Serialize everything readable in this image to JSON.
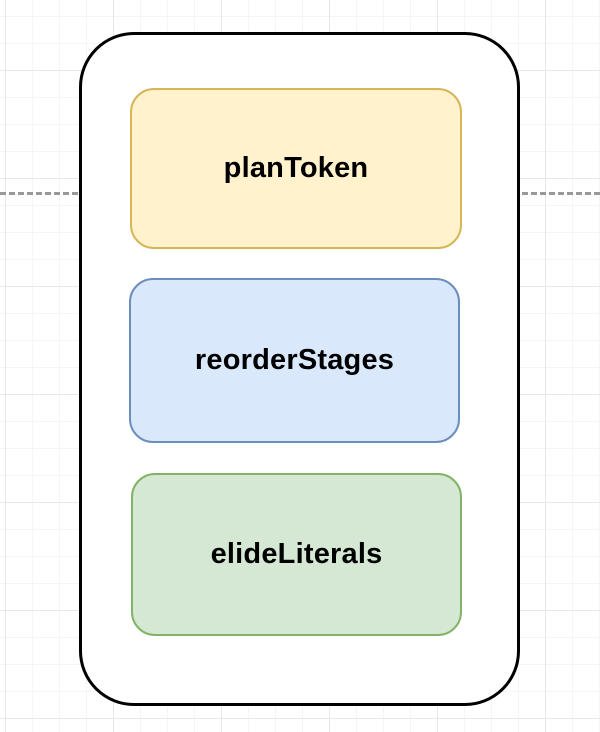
{
  "diagram": {
    "type": "flow-diagram",
    "canvas": {
      "background_color": "#ffffff",
      "grid_minor_color": "#f5f5f5",
      "grid_major_color": "#e8e8e8"
    },
    "guide_line": {
      "style": "dashed",
      "orientation": "horizontal",
      "color": "#999999"
    },
    "container": {
      "fill": "#ffffff",
      "border": "#000000"
    },
    "nodes": [
      {
        "label": "planToken",
        "fill": "#FFF2CC",
        "border": "#D6B656"
      },
      {
        "label": "reorderStages",
        "fill": "#DAE8FC",
        "border": "#6C8EBF"
      },
      {
        "label": "elideLiterals",
        "fill": "#D5E8D4",
        "border": "#82B366"
      }
    ]
  }
}
